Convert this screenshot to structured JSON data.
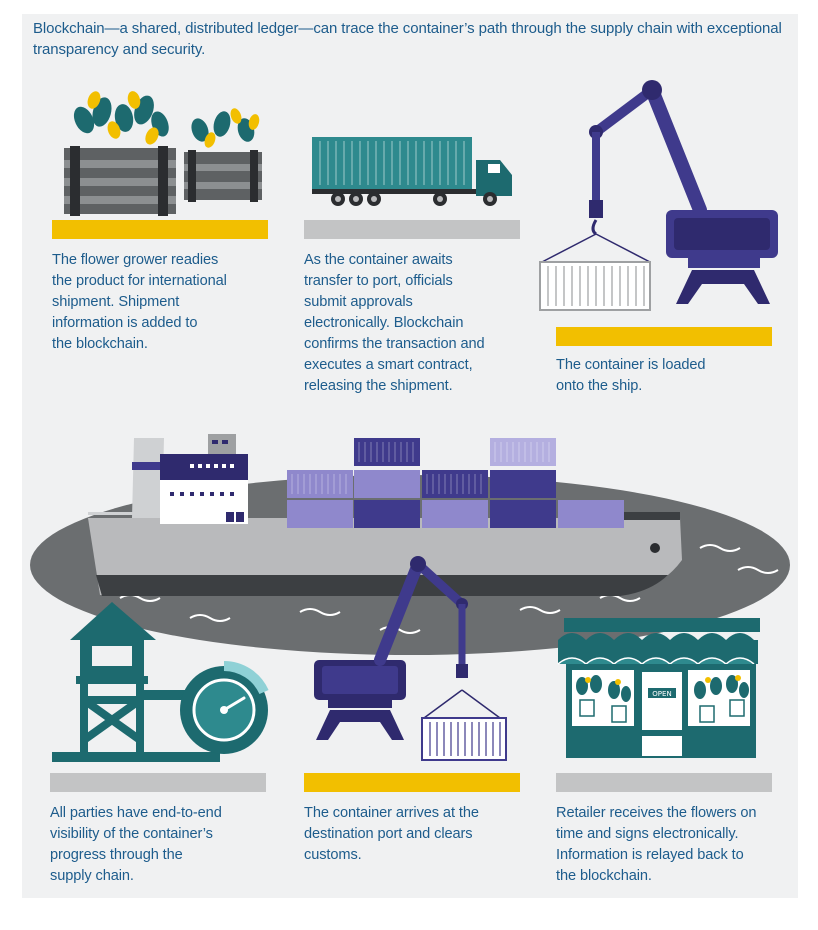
{
  "intro": "Blockchain—a shared, distributed ledger—can trace the container’s path through the supply chain with exceptional transparency and security.",
  "steps": [
    {
      "text": "The flower grower readies\nthe product for international\nshipment. Shipment\ninformation is added to\nthe blockchain.",
      "bar": "yellow"
    },
    {
      "text": "As the container awaits\ntransfer to port, officials\nsubmit approvals\nelectronically. Blockchain\nconfirms the transaction and\nexecutes a smart contract,\nreleasing the shipment.",
      "bar": "gray"
    },
    {
      "text": "The container is loaded\nonto the ship.",
      "bar": "yellow"
    },
    {
      "text": "All parties have end-to-end\nvisibility of the container’s\nprogress through the\nsupply chain.",
      "bar": "gray"
    },
    {
      "text": "The container arrives at the\ndestination port and clears\ncustoms.",
      "bar": "yellow"
    },
    {
      "text": "Retailer receives the flowers on\ntime and signs electronically.\nInformation is relayed back to\nthe blockchain.",
      "bar": "gray"
    }
  ],
  "shop_sign": "OPEN",
  "colors": {
    "text": "#1d5c8c",
    "yellow": "#f2bf00",
    "gray": "#c3c4c5",
    "teal": "#1d6a6f",
    "navy": "#2f2a6e",
    "purple": "#3f3a8c",
    "lavender": "#8f88cc"
  }
}
